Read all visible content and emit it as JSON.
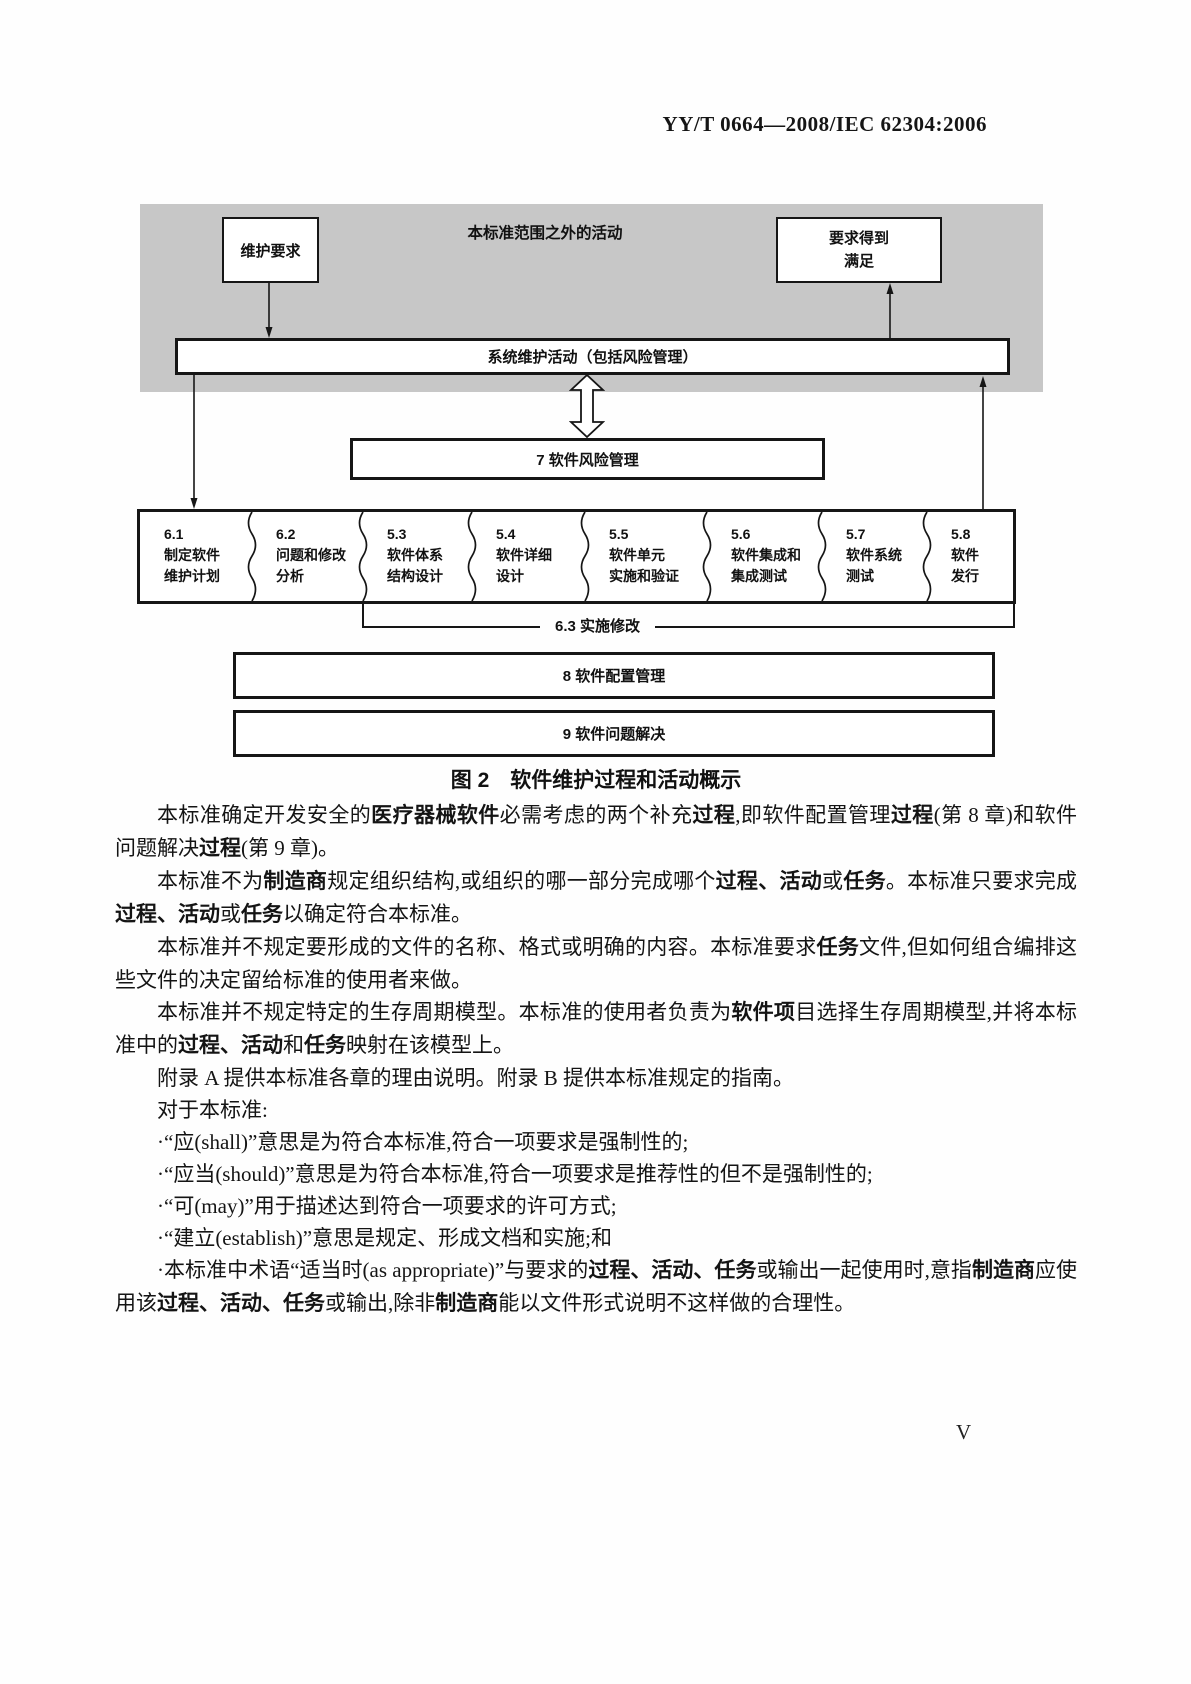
{
  "header": {
    "doc_number": "YY/T 0664—2008/IEC 62304:2006"
  },
  "colors": {
    "diagram_background": "#c7c7c7",
    "box_border": "#161616",
    "text": "#151515"
  },
  "diagram": {
    "maintenance_request": "维护要求",
    "outside_scope_label": "本标准范围之外的活动",
    "requirement_satisfied": [
      "要求得到",
      "满足"
    ],
    "system_maintenance": "系统维护活动（包括风险管理）",
    "risk_management": "7 软件风险管理",
    "process_cells": [
      {
        "num": "6.1",
        "line1": "制定软件",
        "line2": "维护计划"
      },
      {
        "num": "6.2",
        "line1": "问题和修改",
        "line2": "分析"
      },
      {
        "num": "5.3",
        "line1": "软件体系",
        "line2": "结构设计"
      },
      {
        "num": "5.4",
        "line1": "软件详细",
        "line2": "设计"
      },
      {
        "num": "5.5",
        "line1": "软件单元",
        "line2": "实施和验证"
      },
      {
        "num": "5.6",
        "line1": "软件集成和",
        "line2": "集成测试"
      },
      {
        "num": "5.7",
        "line1": "软件系统",
        "line2": "测试"
      },
      {
        "num": "5.8",
        "line1": "软件",
        "line2": "发行"
      }
    ],
    "implement_modification": "6.3 实施修改",
    "config_management": "8 软件配置管理",
    "problem_resolution": "9 软件问题解决"
  },
  "caption": "图 2　软件维护过程和活动概示",
  "body": [
    {
      "segments": [
        {
          "t": "本标准确定开发安全的",
          "b": false
        },
        {
          "t": "医疗器械软件",
          "b": true
        },
        {
          "t": "必需考虑的两个补充",
          "b": false
        },
        {
          "t": "过程",
          "b": true
        },
        {
          "t": ",即软件配置管理",
          "b": false
        },
        {
          "t": "过程",
          "b": true
        },
        {
          "t": "(第 8 章)和软件问题解决",
          "b": false
        },
        {
          "t": "过程",
          "b": true
        },
        {
          "t": "(第 9 章)。",
          "b": false
        }
      ]
    },
    {
      "segments": [
        {
          "t": "本标准不为",
          "b": false
        },
        {
          "t": "制造商",
          "b": true
        },
        {
          "t": "规定组织结构,或组织的哪一部分完成哪个",
          "b": false
        },
        {
          "t": "过程、活动",
          "b": true
        },
        {
          "t": "或",
          "b": false
        },
        {
          "t": "任务",
          "b": true
        },
        {
          "t": "。本标准只要求完成",
          "b": false
        },
        {
          "t": "过程、活动",
          "b": true
        },
        {
          "t": "或",
          "b": false
        },
        {
          "t": "任务",
          "b": true
        },
        {
          "t": "以确定符合本标准。",
          "b": false
        }
      ]
    },
    {
      "segments": [
        {
          "t": "本标准并不规定要形成的文件的名称、格式或明确的内容。本标准要求",
          "b": false
        },
        {
          "t": "任务",
          "b": true
        },
        {
          "t": "文件,但如何组合编排这些文件的决定留给标准的使用者来做。",
          "b": false
        }
      ]
    },
    {
      "segments": [
        {
          "t": "本标准并不规定特定的生存周期模型。本标准的使用者负责为",
          "b": false
        },
        {
          "t": "软件项",
          "b": true
        },
        {
          "t": "目选择生存周期模型,并将本标准中的",
          "b": false
        },
        {
          "t": "过程、活动",
          "b": true
        },
        {
          "t": "和",
          "b": false
        },
        {
          "t": "任务",
          "b": true
        },
        {
          "t": "映射在该模型上。",
          "b": false
        }
      ]
    },
    {
      "segments": [
        {
          "t": "附录 A 提供本标准各章的理由说明。附录 B 提供本标准规定的指南。",
          "b": false
        }
      ]
    },
    {
      "segments": [
        {
          "t": "对于本标准:",
          "b": false
        }
      ]
    },
    {
      "segments": [
        {
          "t": "·“应(shall)”意思是为符合本标准,符合一项要求是强制性的;",
          "b": false
        }
      ]
    },
    {
      "segments": [
        {
          "t": "·“应当(should)”意思是为符合本标准,符合一项要求是推荐性的但不是强制性的;",
          "b": false
        }
      ]
    },
    {
      "segments": [
        {
          "t": "·“可(may)”用于描述达到符合一项要求的许可方式;",
          "b": false
        }
      ]
    },
    {
      "segments": [
        {
          "t": "·“建立(establish)”意思是规定、形成文档和实施;和",
          "b": false
        }
      ]
    },
    {
      "segments": [
        {
          "t": "·本标准中术语“适当时(as appropriate)”与要求的",
          "b": false
        },
        {
          "t": "过程、活动、任务",
          "b": true
        },
        {
          "t": "或输出一起使用时,意指",
          "b": false
        },
        {
          "t": "制造商",
          "b": true
        },
        {
          "t": "应使用该",
          "b": false
        },
        {
          "t": "过程、活动、任务",
          "b": true
        },
        {
          "t": "或输出,除非",
          "b": false
        },
        {
          "t": "制造商",
          "b": true
        },
        {
          "t": "能以文件形式说明不这样做的合理性。",
          "b": false
        }
      ]
    }
  ],
  "page_number": "V"
}
